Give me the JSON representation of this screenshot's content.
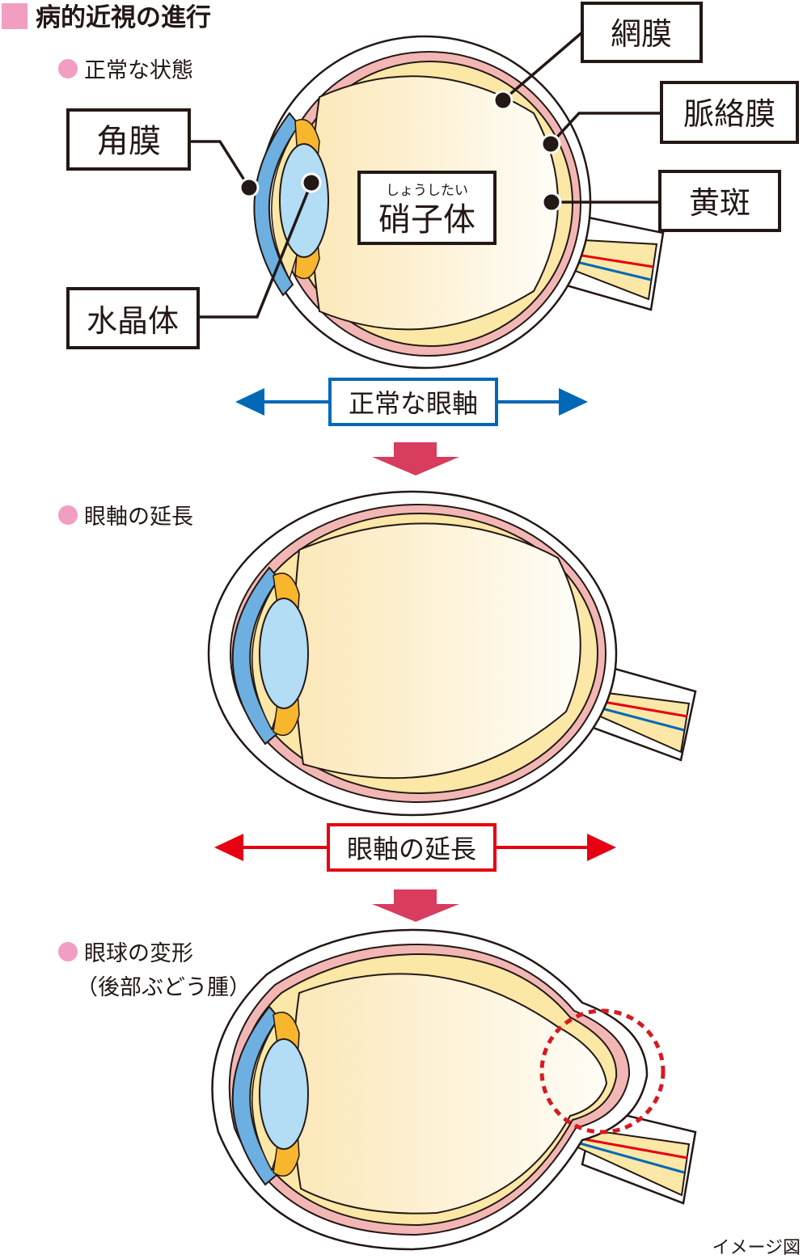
{
  "header": {
    "title": "病的近視の進行",
    "accent_color": "#f19ec2"
  },
  "sections": [
    {
      "label": "正常な状態",
      "bullet_color": "#f19ec2"
    },
    {
      "label": "眼軸の延長",
      "bullet_color": "#f19ec2"
    },
    {
      "label_line1": "眼球の変形",
      "label_line2": "（後部ぶどう腫）",
      "bullet_color": "#f19ec2"
    }
  ],
  "labels": {
    "cornea": "角膜",
    "lens": "水晶体",
    "vitreous_ruby": "しょうしたい",
    "vitreous": "硝子体",
    "retina": "網膜",
    "choroid": "脈絡膜",
    "macula": "黄斑"
  },
  "axis": {
    "normal_label": "正常な眼軸",
    "normal_color": "#0068b7",
    "extended_label": "眼軸の延長",
    "extended_color": "#e60012"
  },
  "footer": {
    "note": "イメージ図"
  },
  "colors": {
    "cornea": "#6cafe0",
    "lens": "#b3dcf5",
    "vitreous": "#fdf3d7",
    "retina": "#fbe7a6",
    "choroid": "#f2b7b4",
    "ciliary": "#f8b62d",
    "down_arrow": "#d83c5e",
    "outline": "#231815",
    "artery": "#e60012",
    "vein": "#0068b7",
    "highlight_circle": "#d71920"
  }
}
